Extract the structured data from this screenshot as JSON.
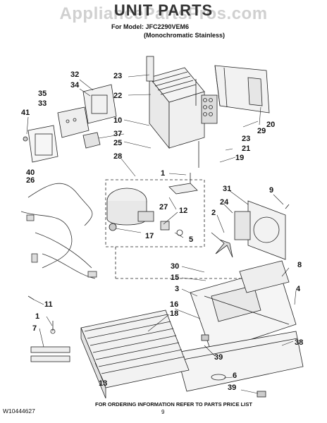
{
  "watermark": "AppliancePartsPros.com",
  "title": "UNIT PARTS",
  "model_line": "For Model: JFC2290VEM6",
  "finish_line": "(Monochromatic Stainless)",
  "callouts": [
    "32",
    "34",
    "23",
    "35",
    "33",
    "22",
    "41",
    "10",
    "37",
    "20",
    "29",
    "25",
    "23",
    "21",
    "19",
    "28",
    "1",
    "9",
    "31",
    "40",
    "26",
    "27",
    "12",
    "24",
    "2",
    "17",
    "5",
    "30",
    "8",
    "15",
    "3",
    "4",
    "16",
    "18",
    "11",
    "1",
    "7",
    "38",
    "39",
    "6",
    "39",
    "13"
  ],
  "footer": {
    "doc_id": "W10444627",
    "reference": "FOR ORDERING INFORMATION REFER TO PARTS PRICE LIST",
    "page": "9"
  }
}
